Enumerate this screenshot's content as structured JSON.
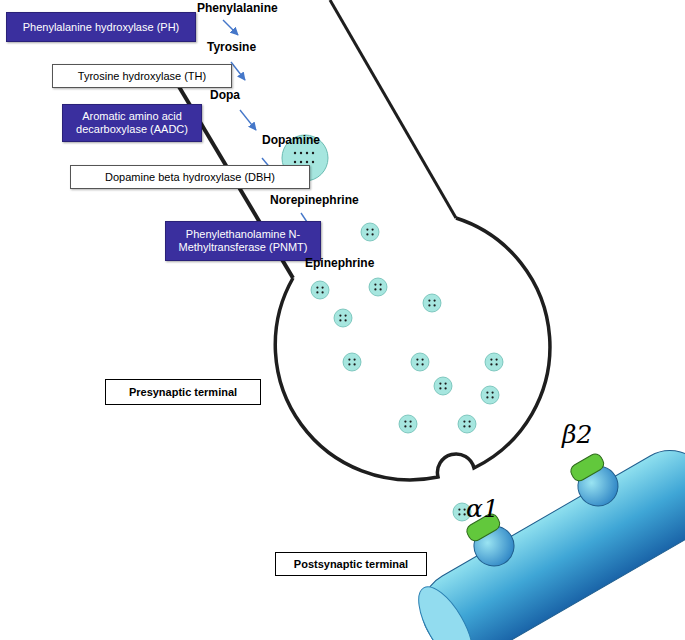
{
  "diagram": {
    "nodes": [
      {
        "text": [
          "Phenylalanine hydroxylase (PH)"
        ]
      },
      {
        "text": [
          "Tyrosine hydroxylase (TH)"
        ]
      },
      {
        "text": [
          "Aromatic amino acid decarboxylase (AADC)"
        ]
      },
      {
        "text": [
          "Dopamine beta hydroxylase (DBH)"
        ]
      },
      {
        "text": [
          "Phenylethanolamine N-Methyltransferase (PNMT)"
        ]
      },
      {
        "text": [
          "Presynaptic terminal"
        ]
      },
      {
        "text": [
          "Postsynaptic terminal"
        ]
      }
    ],
    "labels": [
      "Phenylalanine",
      "Tyrosine",
      "Dopa",
      "Dopamine",
      "Norepinephrine",
      "Epinephrine",
      "α1",
      "β2"
    ]
  }
}
